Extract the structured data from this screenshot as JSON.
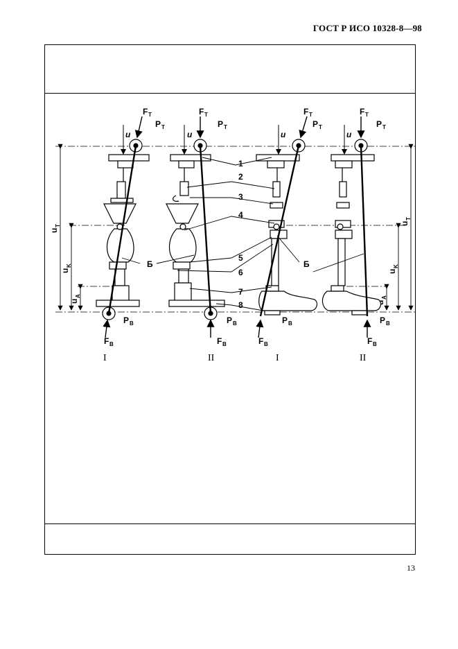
{
  "header": {
    "standard": "ГОСТ Р ИСО 10328-8—98"
  },
  "page_number": "13",
  "figure": {
    "force_top": "F",
    "force_top_sub": "T",
    "point_top": "P",
    "point_top_sub": "T",
    "force_bottom": "F",
    "force_bottom_sub": "B",
    "point_bottom": "P",
    "point_bottom_sub": "B",
    "axis_u": "u",
    "dim_uT": "u",
    "dim_uT_sub": "T",
    "dim_uK": "u",
    "dim_uK_sub": "K",
    "dim_uA": "u",
    "dim_uA_sub": "A",
    "callouts": [
      "1",
      "2",
      "3",
      "4",
      "5",
      "6",
      "7",
      "8"
    ],
    "callout_B": "Б",
    "variant_labels": [
      "I",
      "II",
      "I",
      "II"
    ]
  }
}
